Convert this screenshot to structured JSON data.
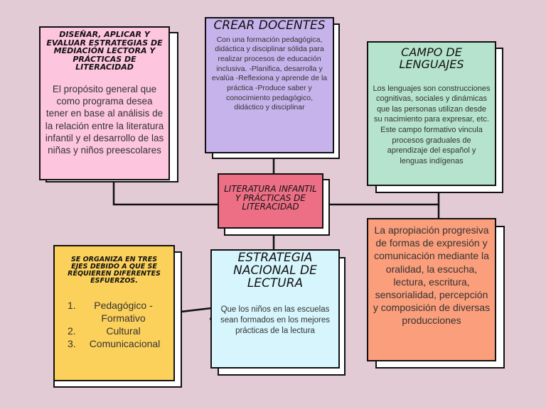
{
  "colors": {
    "background": "#e3cbd6",
    "pink": "#fec6de",
    "purple": "#c7b3ec",
    "mint": "#b5e3cd",
    "center": "#ec6f86",
    "yellow": "#fcd15b",
    "cyan": "#d6f5fc",
    "salmon": "#fb9e7b"
  },
  "boxes": {
    "disenar": {
      "title": "DISEÑAR, APLICAR Y EVALUAR ESTRATEGIAS DE MEDIACIÓN LECTORA Y PRÁCTICAS DE LITERACIDAD",
      "body": "El propósito general que como programa desea tener en base al análisis de la relación entre la literatura infantil y el desarrollo de las niñas y niños preescolares"
    },
    "crear": {
      "title": "CREAR DOCENTES",
      "body": "Con una formación pedagógica, didáctica y disciplinar sólida para realizar procesos de educación inclusiva. -Planifica, desarrolla y evalúa -Reflexiona y aprende de la práctica -Produce saber y conocimiento pedagógico, didáctico y disciplinar"
    },
    "campo": {
      "title": "CAMPO DE LENGUAJES",
      "body": "Los lenguajes son construcciones cognitivas, sociales y dinámicas que las personas utilizan desde su nacimiento para expresar, etc. Este campo formativo vincula procesos graduales de aprendizaje del español y lenguas indígenas"
    },
    "center": {
      "title": "LITERATURA INFANTIL Y PRÁCTICAS DE LITERACIDAD"
    },
    "ejes": {
      "title": "SE ORGANIZA EN TRES EJES DEBIDO A QUE SE REQUIEREN DIFERENTES ESFUERZOS.",
      "items": [
        "Pedagógico - Formativo",
        "Cultural",
        "Comunicacional"
      ],
      "numbers": [
        "1.",
        "2.",
        "3."
      ]
    },
    "estrategia": {
      "title": "ESTRATEGIA NACIONAL DE LECTURA",
      "body": "Que los niños en las escuelas sean formados en los mejores prácticas de la lectura"
    },
    "apropiacion": {
      "body": "La apropiación progresiva de formas de expresión y comunicación mediante la oralidad, la escucha, lectura, escritura, sensorialidad, percepción y composición de diversas producciones"
    }
  }
}
